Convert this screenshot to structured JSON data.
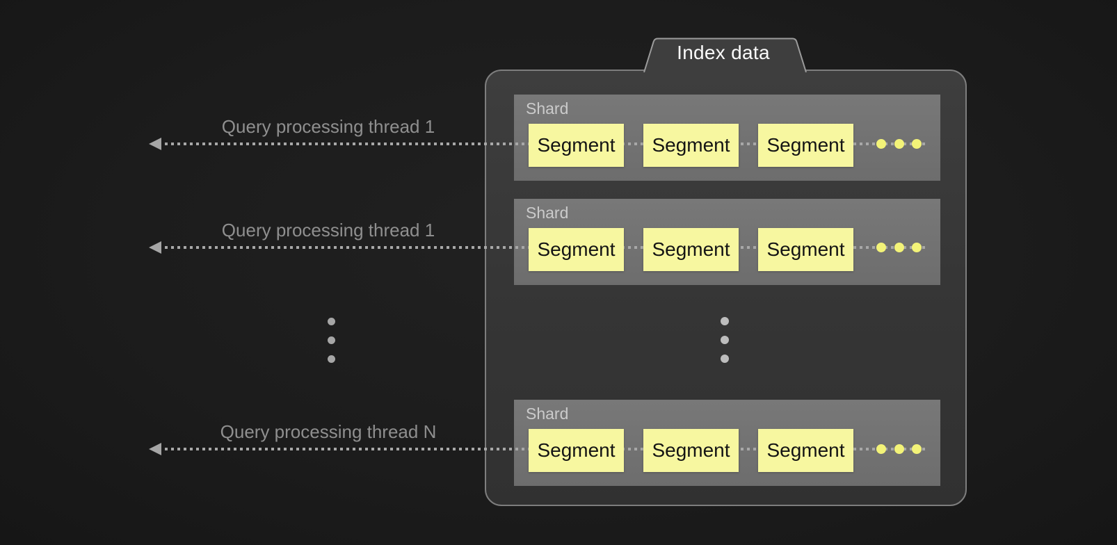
{
  "diagram": {
    "tab": {
      "label": "Index data"
    },
    "threads": [
      {
        "label": "Query processing thread 1"
      },
      {
        "label": "Query processing thread 1"
      },
      {
        "label": "Query processing thread N"
      }
    ],
    "shards": [
      {
        "label": "Shard",
        "segments": [
          "Segment",
          "Segment",
          "Segment"
        ]
      },
      {
        "label": "Shard",
        "segments": [
          "Segment",
          "Segment",
          "Segment"
        ]
      },
      {
        "label": "Shard",
        "segments": [
          "Segment",
          "Segment",
          "Segment"
        ]
      }
    ],
    "ellipsis": {
      "more_threads": "vertical-dots",
      "more_shards": "vertical-dots",
      "more_segments_per_shard": "horizontal-yellow-dots"
    },
    "colors": {
      "background": "#1c1c1c",
      "container_fill": "#3a3a3a",
      "container_border": "#7e7e7e",
      "shard_fill": "#717171",
      "shard_label_text": "#cbcbcb",
      "segment_fill": "#f7f7a0",
      "segment_text": "#141414",
      "segment_ellipsis_dot": "#f3f378",
      "arrow": "#a6a6a6",
      "thread_label_text": "#8f8f8f",
      "tab_text": "#fafafa"
    }
  }
}
